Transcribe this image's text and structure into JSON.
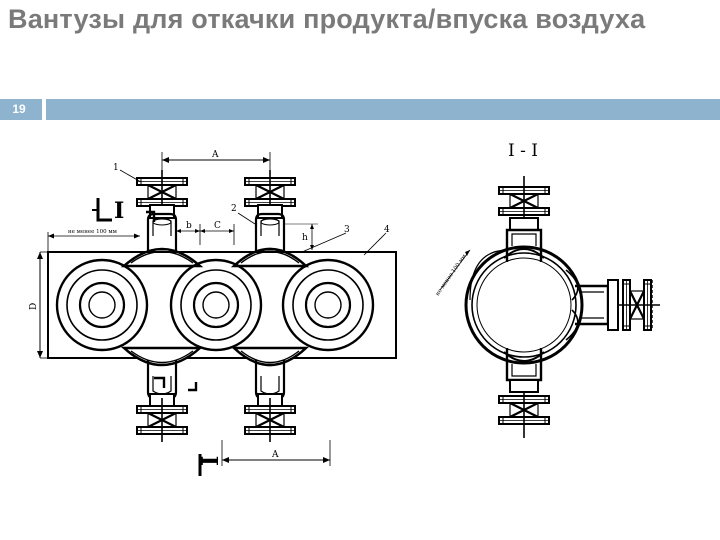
{
  "slide": {
    "title": "Вантузы для откачки продукта/впуска воздуха",
    "number": "19"
  },
  "drawing": {
    "section_label": "I - I",
    "cut_label_top": "I",
    "cut_label_bottom": "I",
    "dim_A_top": "A",
    "dim_A_bottom": "A",
    "dim_b": "b",
    "dim_C": "C",
    "dim_h": "h",
    "dim_D": "D",
    "dim_min_left": "не менее 100 мм",
    "dim_min_section": "не менее 100 мм",
    "callouts": [
      "1",
      "2",
      "3",
      "4"
    ]
  },
  "colors": {
    "title": "#7a7a7a",
    "accent_bar": "#8eb3cf",
    "line": "#000000"
  }
}
